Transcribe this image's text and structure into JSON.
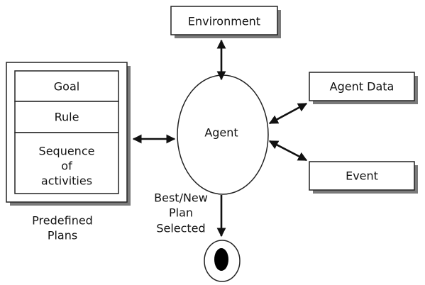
{
  "nodes": {
    "environment": "Environment",
    "agent_data": "Agent Data",
    "agent": "Agent",
    "event": "Event"
  },
  "plans": {
    "goal": "Goal",
    "rule": "Rule",
    "sequence_line1": "Sequence",
    "sequence_line2": "of",
    "sequence_line3": "activities",
    "caption_line1": "Predefined",
    "caption_line2": "Plans"
  },
  "selection_label": {
    "line1": "Best/New",
    "line2": "Plan",
    "line3": "Selected"
  },
  "colors": {
    "stroke": "#111111",
    "shadow": "#7a7a7a",
    "background": "#ffffff"
  }
}
